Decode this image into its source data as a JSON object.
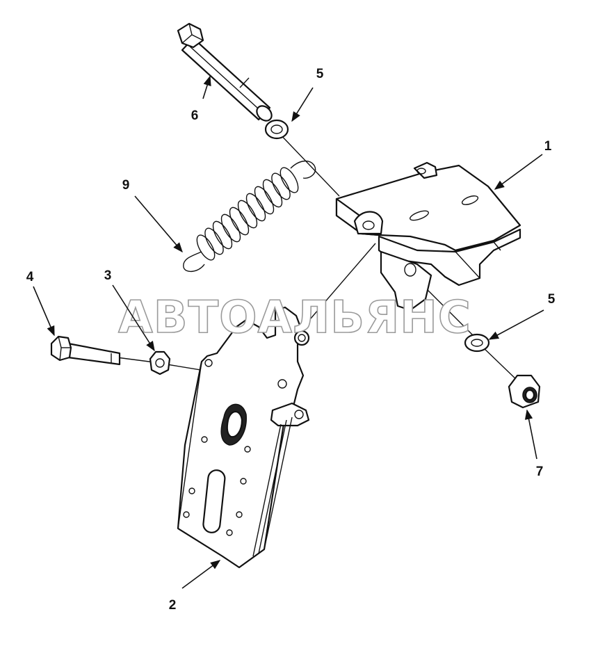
{
  "watermark": "АВТОАЛЬЯНС",
  "callouts": {
    "c1": "1",
    "c2": "2",
    "c3": "3",
    "c4": "4",
    "c5_top": "5",
    "c5_right": "5",
    "c6": "6",
    "c7": "7",
    "c9": "9"
  },
  "colors": {
    "line": "#111111",
    "watermark_outline": "#9a9a9a",
    "background": "#ffffff"
  }
}
